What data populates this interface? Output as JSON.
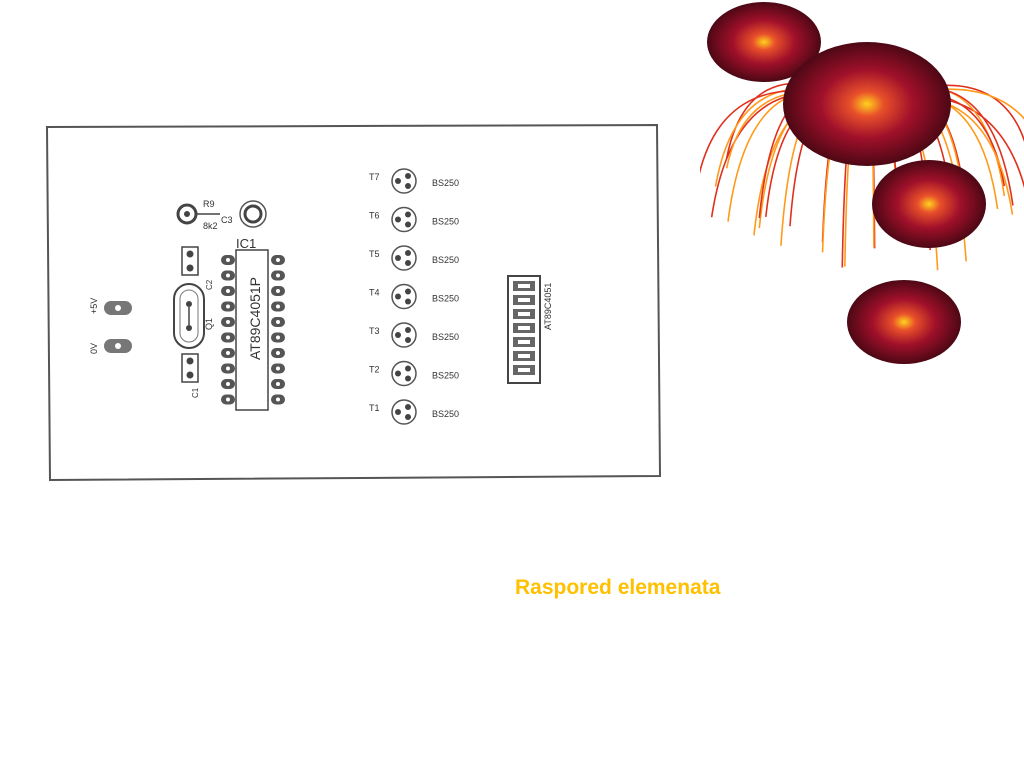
{
  "caption": "Raspored elemenata",
  "board": {
    "ic_ref": "IC1",
    "ic_part": "AT89C4051P",
    "r9_ref": "R9",
    "r9_value": "8k2",
    "c3_ref": "C3",
    "c1_ref": "C1",
    "c2_ref": "C2",
    "q1_ref": "Q1",
    "plus5v": "+5V",
    "zero_v": "0V",
    "connector_part": "AT89C4051",
    "transistors": [
      {
        "ref": "T7",
        "part": "BS250"
      },
      {
        "ref": "T6",
        "part": "BS250"
      },
      {
        "ref": "T5",
        "part": "BS250"
      },
      {
        "ref": "T4",
        "part": "BS250"
      },
      {
        "ref": "T3",
        "part": "BS250"
      },
      {
        "ref": "T2",
        "part": "BS250"
      },
      {
        "ref": "T1",
        "part": "BS250"
      }
    ]
  },
  "colors": {
    "caption": "#ffc000",
    "ball_dark": "#4a0812",
    "ball_mid": "#a0102a",
    "ball_glow": "#ffd21e",
    "strand_red": "#e0301e",
    "strand_orange": "#ff9a1a"
  }
}
